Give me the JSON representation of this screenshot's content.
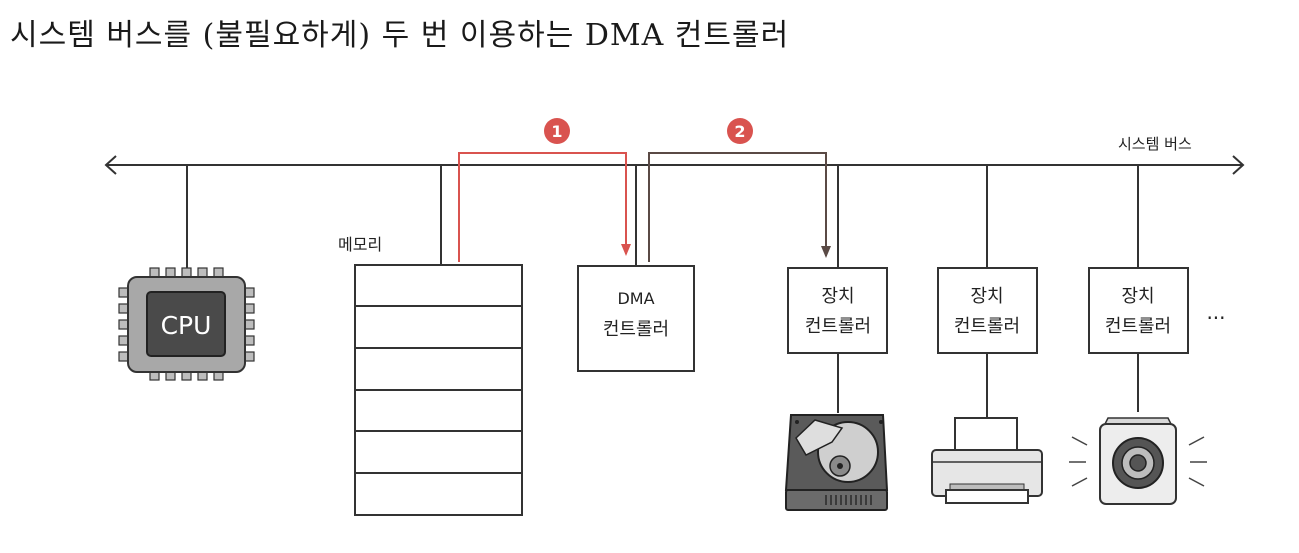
{
  "title": "시스템 버스를 (불필요하게) 두 번 이용하는 DMA 컨트롤러",
  "bus_label": "시스템 버스",
  "cpu_label": "CPU",
  "memory_label": "메모리",
  "dma_controller": {
    "line1": "DMA",
    "line2": "컨트롤러"
  },
  "device_controllers": [
    {
      "line1": "장치",
      "line2": "컨트롤러",
      "device_icon": "hard-disk-icon"
    },
    {
      "line1": "장치",
      "line2": "컨트롤러",
      "device_icon": "printer-icon"
    },
    {
      "line1": "장치",
      "line2": "컨트롤러",
      "device_icon": "speaker-icon"
    }
  ],
  "more_indicator": "···",
  "steps": [
    {
      "number": "1",
      "from": "메모리",
      "to": "DMA 컨트롤러",
      "color": "#d9534f"
    },
    {
      "number": "2",
      "from": "DMA 컨트롤러",
      "to": "장치 컨트롤러",
      "color": "#5a4a45"
    }
  ],
  "colors": {
    "step1": "#d9534f",
    "step2": "#5a4a45",
    "line": "#333333"
  }
}
